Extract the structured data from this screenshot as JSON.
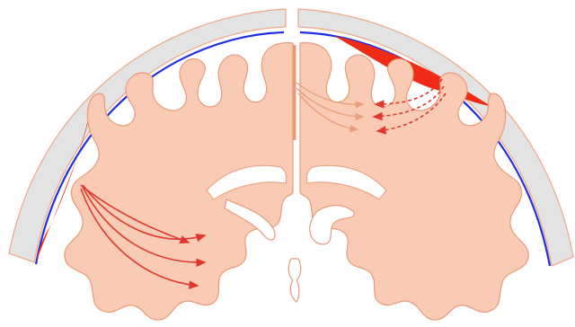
{
  "colors": {
    "background": "#ffffff",
    "skull_fill": "#e3e3e3",
    "skull_stroke": "#f2a584",
    "dura": "#1f2fe0",
    "hematoma": "#ef2b17",
    "brain_fill": "#f9cbb5",
    "brain_stroke": "#e89a78",
    "ventricle_fill": "#ffffff",
    "arrow_solid": "#e0382e",
    "arrow_dashed": "#e0382e",
    "arrow_tan": "#e8a07c"
  },
  "icons": {
    "skull": "skull-cross-section",
    "brain": "brain-cross-section",
    "left_hematoma": "epidural-hematoma",
    "right_hematoma": "subdural-hematoma",
    "left_arrows": "pressure-arrows",
    "right_arrows": "pressure-arrows-dashed"
  }
}
